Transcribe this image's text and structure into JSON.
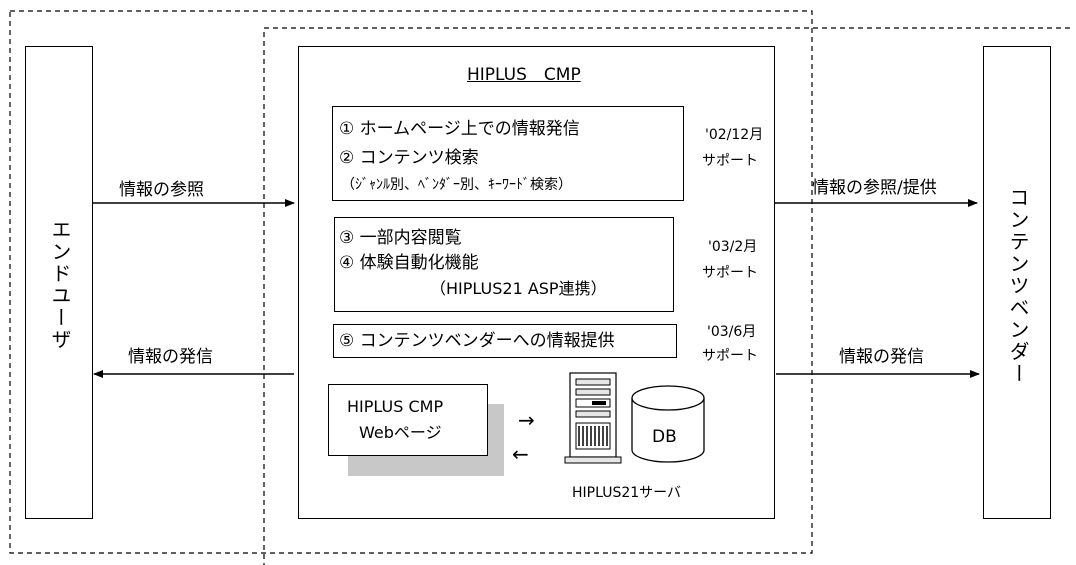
{
  "end_user": {
    "label": "エンドユーザ"
  },
  "content_vendor": {
    "label": "コンテンツベンダー"
  },
  "cmp": {
    "title": "HIPLUS　CMP",
    "group1": {
      "line1": "①  ホームページ上での情報発信",
      "line2": "②  コンテンツ検索",
      "line3": "（ｼﾞｬﾝﾙ別、ﾍﾞﾝﾀﾞｰ別、ｷｰﾜｰﾄﾞ検索）"
    },
    "group1_date": "'02/12月",
    "group1_support": "サポート",
    "group2": {
      "line1": "③  一部内容閲覧",
      "line2": "④  体験自動化機能",
      "line3": "（HIPLUS21 ASP連携）"
    },
    "group2_date": "'03/2月",
    "group2_support": "サポート",
    "group3": {
      "line1": "⑤  コンテンツベンダーへの情報提供"
    },
    "group3_date": "'03/6月",
    "group3_support": "サポート",
    "webpage": {
      "line1": "HIPLUS CMP",
      "line2": "Webページ"
    },
    "arrow_right": "→",
    "arrow_left": "←",
    "db": "DB",
    "server_label": "HIPLUS21サーバ"
  },
  "flows": {
    "ref_left": "情報の参照",
    "send_left": "情報の発信",
    "ref_right": "情報の参照/提供",
    "send_right": "情報の発信"
  }
}
